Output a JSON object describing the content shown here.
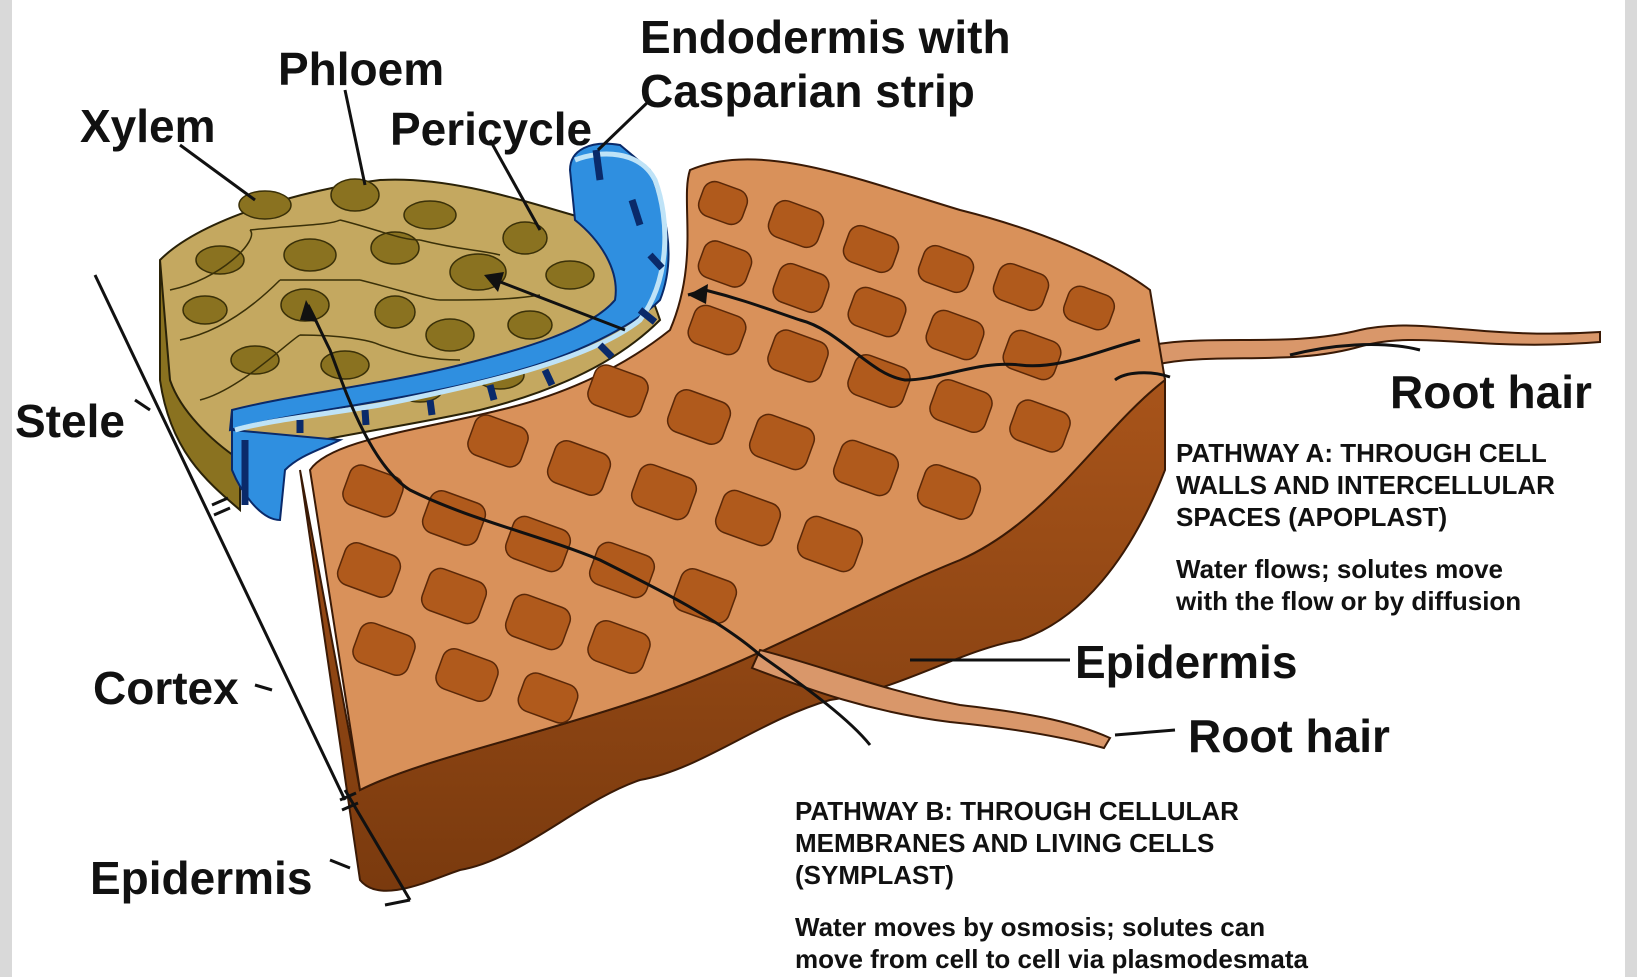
{
  "labels": {
    "xylem": "Xylem",
    "phloem": "Phloem",
    "pericycle": "Pericycle",
    "endodermis_line1": "Endodermis with",
    "endodermis_line2": "Casparian strip",
    "stele": "Stele",
    "cortex": "Cortex",
    "epidermis_left": "Epidermis",
    "root_hair_top": "Root hair",
    "epidermis_right": "Epidermis",
    "root_hair_bottom": "Root hair"
  },
  "pathway_a": {
    "title_line1": "PATHWAY A: THROUGH CELL",
    "title_line2": "WALLS AND INTERCELLULAR",
    "title_line3": "SPACES (APOPLAST)",
    "desc_line1": "Water flows; solutes move",
    "desc_line2": "with the flow or by diffusion"
  },
  "pathway_b": {
    "title_line1": "PATHWAY B: THROUGH CELLULAR",
    "title_line2": "MEMBRANES AND LIVING CELLS",
    "title_line3": "(SYMPLAST)",
    "desc_line1": "Water moves by osmosis; solutes can",
    "desc_line2": "move from cell to cell via plasmodesmata"
  },
  "colors": {
    "stele_fill": "#c4a860",
    "stele_cell": "#8a7220",
    "endodermis_blue": "#2f8fe0",
    "endodermis_dark": "#0a2a6a",
    "endodermis_light": "#bfe3f7",
    "cortex_wall": "#d9915a",
    "cortex_cell": "#b05a1c",
    "cortex_side": "#9a4a14",
    "root_hair": "#d9976a"
  }
}
